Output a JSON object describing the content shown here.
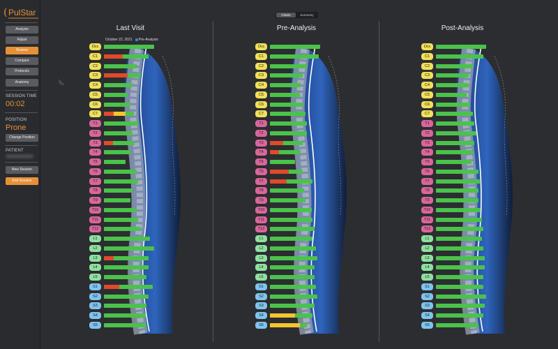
{
  "app": {
    "logo_text": "PulStar"
  },
  "sidebar": {
    "nav": [
      {
        "id": "analysis",
        "label": "Analysis"
      },
      {
        "id": "adjust",
        "label": "Adjust"
      },
      {
        "id": "review",
        "label": "Review"
      },
      {
        "id": "compare",
        "label": "Compare"
      },
      {
        "id": "protocols",
        "label": "Protocols"
      },
      {
        "id": "anatomy",
        "label": "Anatomy"
      }
    ],
    "session_time_label": "SESSION TIME",
    "session_time": "00:02",
    "position_label": "POSITION",
    "position": "Prone",
    "change_position": "Change Position",
    "patient_label": "PATIENT",
    "new_session": "New Session",
    "end_session": "End Session"
  },
  "view_toggle": {
    "charts": "Charts",
    "summary": "Summary"
  },
  "segments": [
    "Occ",
    "C1",
    "C2",
    "C3",
    "C4",
    "C5",
    "C6",
    "C7",
    "T1",
    "T2",
    "T3",
    "T4",
    "T5",
    "T6",
    "T7",
    "T8",
    "T9",
    "T10",
    "T11",
    "T12",
    "L1",
    "L2",
    "L3",
    "L4",
    "L5",
    "S1",
    "S2",
    "S3",
    "S4",
    "S5"
  ],
  "panels": [
    {
      "title": "Last Visit",
      "date": "October 22, 2021",
      "legend": "Pre-Analysis",
      "bars": [
        {
          "green": 0.85
        },
        {
          "green": 0.75,
          "red": 0.32
        },
        {
          "green": 0.55
        },
        {
          "green": 0.62,
          "red": 0.4
        },
        {
          "green": 0.48
        },
        {
          "green": 0.4
        },
        {
          "green": 0.45
        },
        {
          "green": 0.5,
          "red": 0.16,
          "yellow": 0.36
        },
        {
          "green": 0.58
        },
        {
          "green": 0.48
        },
        {
          "green": 0.52,
          "red": 0.15
        },
        {
          "green": 0.45
        },
        {
          "green": 0.36
        },
        {
          "green": 0.55
        },
        {
          "green": 0.58
        },
        {
          "green": 0.48
        },
        {
          "green": 0.45
        },
        {
          "green": 0.55
        },
        {
          "green": 0.58
        },
        {
          "green": 0.62
        },
        {
          "green": 0.78
        },
        {
          "green": 0.85
        },
        {
          "green": 0.75,
          "red": 0.16
        },
        {
          "green": 0.75
        },
        {
          "green": 0.72
        },
        {
          "green": 0.82,
          "red": 0.26
        },
        {
          "green": 0.75
        },
        {
          "green": 0.72
        },
        {
          "green": 0.7
        },
        {
          "green": 0.72
        }
      ]
    },
    {
      "title": "Pre-Analysis",
      "bars": [
        {
          "green": 0.85
        },
        {
          "green": 0.82
        },
        {
          "green": 0.62
        },
        {
          "green": 0.55
        },
        {
          "green": 0.52
        },
        {
          "green": 0.5
        },
        {
          "green": 0.55
        },
        {
          "green": 0.6
        },
        {
          "green": 0.62
        },
        {
          "green": 0.62
        },
        {
          "green": 0.55,
          "red": 0.22
        },
        {
          "green": 0.52,
          "red": 0.15
        },
        {
          "green": 0.42
        },
        {
          "green": 0.55,
          "red": 0.32
        },
        {
          "green": 0.72,
          "red": 0.28
        },
        {
          "green": 0.58
        },
        {
          "green": 0.6
        },
        {
          "green": 0.7
        },
        {
          "green": 0.72
        },
        {
          "green": 0.75
        },
        {
          "green": 0.72
        },
        {
          "green": 0.78
        },
        {
          "green": 0.8
        },
        {
          "green": 0.75
        },
        {
          "green": 0.75
        },
        {
          "green": 0.78
        },
        {
          "green": 0.8
        },
        {
          "green": 0.75
        },
        {
          "green": 0.72,
          "yellow": 0.42
        },
        {
          "green": 0.62,
          "yellow": 0.5
        }
      ]
    },
    {
      "title": "Post-Analysis",
      "bars": [
        {
          "green": 0.85
        },
        {
          "green": 0.8
        },
        {
          "green": 0.62
        },
        {
          "green": 0.55
        },
        {
          "green": 0.55
        },
        {
          "green": 0.52
        },
        {
          "green": 0.58
        },
        {
          "green": 0.62
        },
        {
          "green": 0.65
        },
        {
          "green": 0.68
        },
        {
          "green": 0.65
        },
        {
          "green": 0.62
        },
        {
          "green": 0.6
        },
        {
          "green": 0.72
        },
        {
          "green": 0.75
        },
        {
          "green": 0.72
        },
        {
          "green": 0.72
        },
        {
          "green": 0.75
        },
        {
          "green": 0.78
        },
        {
          "green": 0.8
        },
        {
          "green": 0.78
        },
        {
          "green": 0.8
        },
        {
          "green": 0.82
        },
        {
          "green": 0.82
        },
        {
          "green": 0.8
        },
        {
          "green": 0.8
        },
        {
          "green": 0.85
        },
        {
          "green": 0.82
        },
        {
          "green": 0.8
        },
        {
          "green": 0.72
        }
      ]
    }
  ],
  "colors": {
    "accent": "#e69138",
    "bar_green": "#4bc24b",
    "bar_red": "#e04a2a",
    "bar_yellow": "#f4c430",
    "seg_cervical": "#f1e05a",
    "seg_thoracic": "#d9669a",
    "seg_lumbar": "#8fe0a0",
    "seg_sacral": "#7fc4ee"
  }
}
